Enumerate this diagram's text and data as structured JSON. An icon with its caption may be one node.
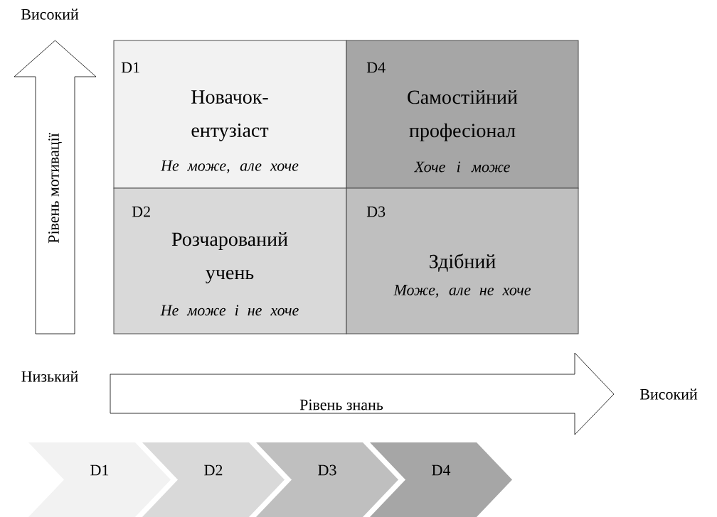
{
  "diagram": {
    "nodes": [
      {
        "text": [
          "D1",
          "Новачок-ентузіаст",
          "Не може, але хоче"
        ]
      },
      {
        "text": [
          "D4",
          "Самостійний професіонал",
          "Хоче і може"
        ]
      },
      {
        "text": [
          "D2",
          "Розчарований учень",
          "Не може і не хоче"
        ]
      },
      {
        "text": [
          "D3",
          "Здібний",
          "Може, але не хоче"
        ]
      },
      {
        "text": [
          "Рівень мотивації"
        ]
      },
      {
        "text": [
          "Рівень знань"
        ]
      },
      {
        "text": [
          "D1"
        ]
      },
      {
        "text": [
          "D2"
        ]
      },
      {
        "text": [
          "D3"
        ]
      },
      {
        "text": [
          "D4"
        ]
      }
    ],
    "labels": [
      "Високий",
      "Низький",
      "Високий"
    ]
  }
}
